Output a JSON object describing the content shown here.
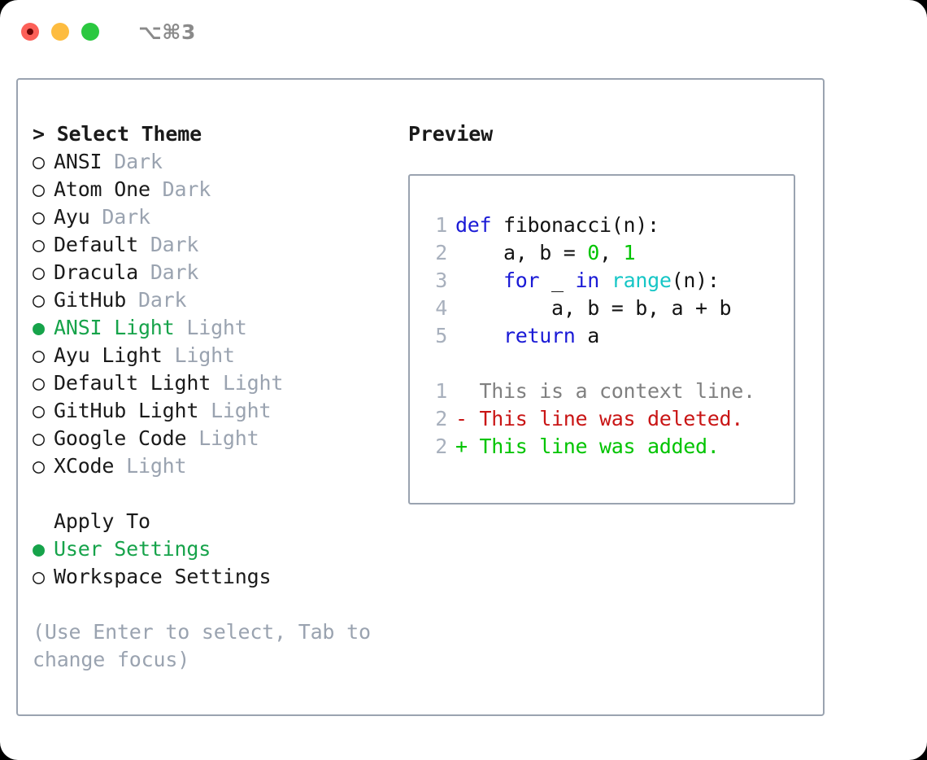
{
  "titlebar": {
    "shortcut": "⌥⌘3",
    "lights": [
      {
        "name": "close",
        "color": "#fc6058"
      },
      {
        "name": "minimize",
        "color": "#fdbc40"
      },
      {
        "name": "maximize",
        "color": "#2bc840"
      }
    ]
  },
  "theme_picker": {
    "heading": "> Select Theme",
    "selected_bullet": "●",
    "unselected_bullet": "○",
    "items": [
      {
        "label": "ANSI",
        "variant": "Dark",
        "selected": false
      },
      {
        "label": "Atom One",
        "variant": "Dark",
        "selected": false
      },
      {
        "label": "Ayu",
        "variant": "Dark",
        "selected": false
      },
      {
        "label": "Default",
        "variant": "Dark",
        "selected": false
      },
      {
        "label": "Dracula",
        "variant": "Dark",
        "selected": false
      },
      {
        "label": "GitHub",
        "variant": "Dark",
        "selected": false
      },
      {
        "label": "ANSI Light",
        "variant": "Light",
        "selected": true
      },
      {
        "label": "Ayu Light",
        "variant": "Light",
        "selected": false
      },
      {
        "label": "Default Light",
        "variant": "Light",
        "selected": false
      },
      {
        "label": "GitHub Light",
        "variant": "Light",
        "selected": false
      },
      {
        "label": "Google Code",
        "variant": "Light",
        "selected": false
      },
      {
        "label": "XCode",
        "variant": "Light",
        "selected": false
      }
    ]
  },
  "apply_to": {
    "heading": "Apply To",
    "items": [
      {
        "label": "User Settings",
        "selected": true
      },
      {
        "label": "Workspace Settings",
        "selected": false
      }
    ]
  },
  "hint": "(Use Enter to select, Tab to change focus)",
  "preview": {
    "title": "Preview",
    "code_lines": [
      {
        "num": "1",
        "tokens": [
          {
            "t": "def ",
            "c": "kw"
          },
          {
            "t": "fibonacci(n):",
            "c": "plain"
          }
        ]
      },
      {
        "num": "2",
        "tokens": [
          {
            "t": "    a, b = ",
            "c": "plain"
          },
          {
            "t": "0",
            "c": "num"
          },
          {
            "t": ", ",
            "c": "plain"
          },
          {
            "t": "1",
            "c": "num"
          }
        ]
      },
      {
        "num": "3",
        "tokens": [
          {
            "t": "    ",
            "c": "plain"
          },
          {
            "t": "for",
            "c": "kw"
          },
          {
            "t": " _ ",
            "c": "plain"
          },
          {
            "t": "in",
            "c": "kw"
          },
          {
            "t": " ",
            "c": "plain"
          },
          {
            "t": "range",
            "c": "fn"
          },
          {
            "t": "(n):",
            "c": "plain"
          }
        ]
      },
      {
        "num": "4",
        "tokens": [
          {
            "t": "        a, b = b, a + b",
            "c": "plain"
          }
        ]
      },
      {
        "num": "5",
        "tokens": [
          {
            "t": "    ",
            "c": "plain"
          },
          {
            "t": "return",
            "c": "kw"
          },
          {
            "t": " a",
            "c": "plain"
          }
        ]
      }
    ],
    "diff_lines": [
      {
        "num": "1",
        "text": "  This is a context line.",
        "cls": "ctx"
      },
      {
        "num": "2",
        "text": "- This line was deleted.",
        "cls": "del"
      },
      {
        "num": "2",
        "text": "+ This line was added.",
        "cls": "add"
      }
    ]
  },
  "colors": {
    "accent_green": "#16a34a",
    "border": "#9aa3b0",
    "muted": "#9aa3b0",
    "keyword_blue": "#1a1ad6",
    "function_cyan": "#16c6c6",
    "number_green": "#00c400",
    "diff_del_red": "#c91515",
    "diff_add_green": "#00c400",
    "linenumber": "#a8b0bd",
    "background": "#ffffff"
  }
}
